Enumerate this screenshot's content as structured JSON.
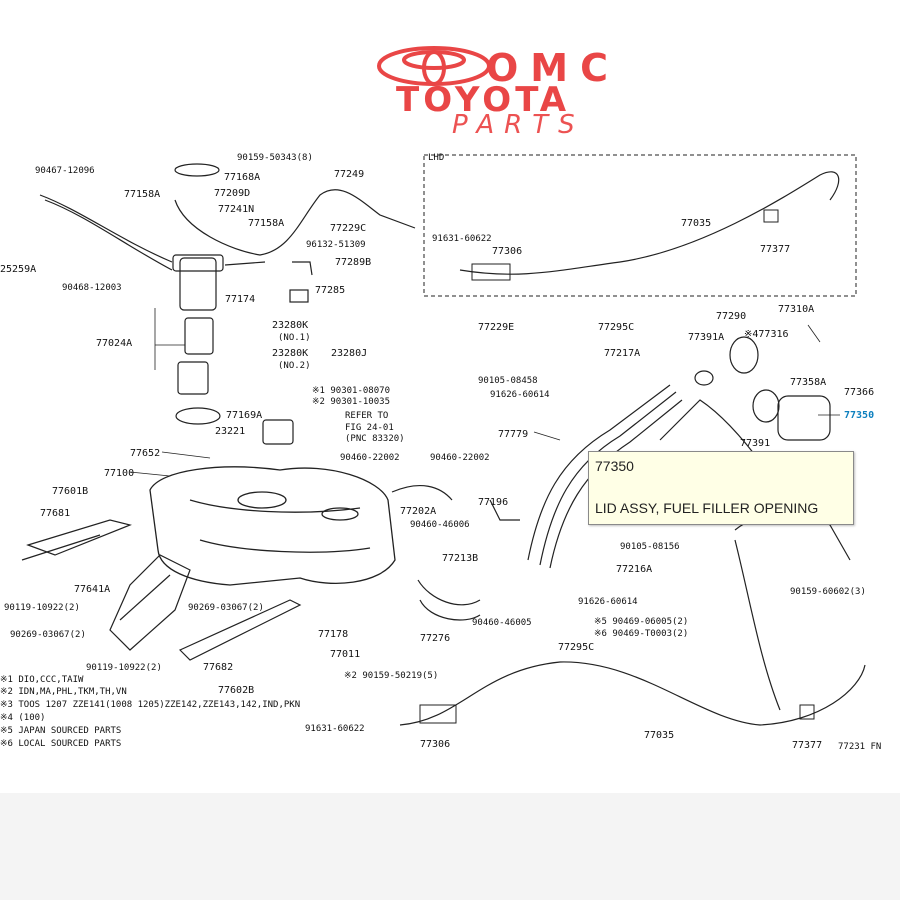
{
  "logo": {
    "line1": "OMC",
    "line2": "TOYOTA",
    "line3": "PARTS"
  },
  "diagram": {
    "inset_label": "LHD",
    "part_labels": [
      "90467-12096",
      "77158A",
      "25259A",
      "90468-12003",
      "90159-50343(8)",
      "77168A",
      "77209D",
      "77241N",
      "77158A",
      "77249",
      "77229C",
      "96132-51309",
      "77289B",
      "77174",
      "77285",
      "77024A",
      "23280K",
      "(NO.1)",
      "23280K",
      "(NO.2)",
      "23280J",
      "77169A",
      "23221",
      "※1 90301-08070",
      "※2 90301-10035",
      "REFER TO",
      "FIG 24-01",
      "(PNC 83320)",
      "77652",
      "77100",
      "77601B",
      "77681",
      "77641A",
      "90119-10922(2)",
      "90269-03067(2)",
      "90269-03067(2)",
      "90119-10922(2)",
      "77682",
      "77602B",
      "90460-22002",
      "90460-22002",
      "77202A",
      "90460-46006",
      "77196",
      "77213B",
      "77178",
      "77011",
      "77276",
      "90460-46005",
      "※2 90159-50219(5)",
      "91631-60622",
      "77306",
      "77035",
      "77377",
      "91631-60622",
      "77306",
      "77035",
      "77377",
      "77229E",
      "77295C",
      "90105-08458",
      "91626-60614",
      "77779",
      "77217A",
      "77290",
      "77391A",
      "77310A",
      "※477316",
      "77358A",
      "77366",
      "77350",
      "77391",
      "90105-08156",
      "77216A",
      "91626-60614",
      "77295C",
      "※5 90469-06005(2)",
      "※6 90469-T0003(2)",
      "90159-60602(3)",
      "77231 FN"
    ],
    "notes": [
      "※1 DIO,CCC,TAIW",
      "※2 IDN,MA,PHL,TKM,TH,VN",
      "※3 TOOS 1207 ZZE141(1008 1205)ZZE142,ZZE143,142,IND,PKN",
      "※4 (100)",
      "※5 JAPAN SOURCED PARTS",
      "※6 LOCAL SOURCED PARTS"
    ],
    "highlighted_part": "77350"
  },
  "tooltip": {
    "code": "77350",
    "description": "LID ASSY, FUEL FILLER OPENING"
  },
  "colors": {
    "logo": "#e94646",
    "highlight": "#0c7fbe",
    "tooltip_bg": "#ffffe6"
  }
}
